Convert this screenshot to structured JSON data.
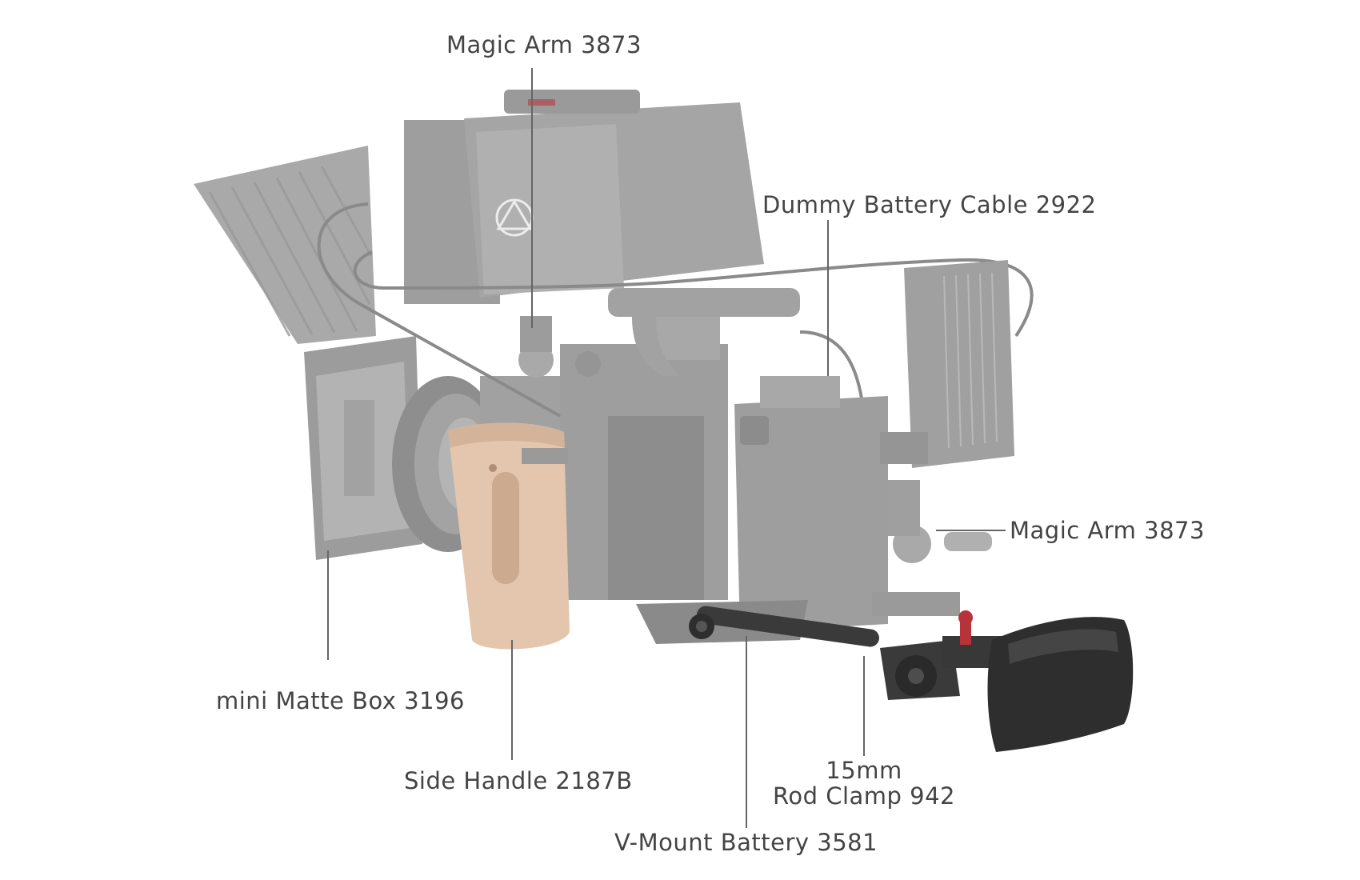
{
  "colors": {
    "background": "#ffffff",
    "ghost_body": "#aaaaaa",
    "ghost_dark": "#8f8f8f",
    "ghost_light": "#c4c4c4",
    "wood_handle": "#e3c6ad",
    "accessory_dark": "#3a3a3a",
    "accent_red": "#b8323a",
    "leader_line": "#666666",
    "label_text": "#444444"
  },
  "labels": {
    "magic_arm_top": "Magic Arm 3873",
    "dummy_battery_cable": "Dummy Battery Cable 2922",
    "magic_arm_right": "Magic Arm 3873",
    "mini_matte_box": "mini Matte Box 3196",
    "side_handle": "Side Handle 2187B",
    "rod_clamp_line1": "15mm",
    "rod_clamp_line2": "Rod Clamp 942",
    "v_mount_battery": "V-Mount Battery 3581"
  },
  "icons": {
    "monitor_logo": "atomos-logo-icon"
  }
}
